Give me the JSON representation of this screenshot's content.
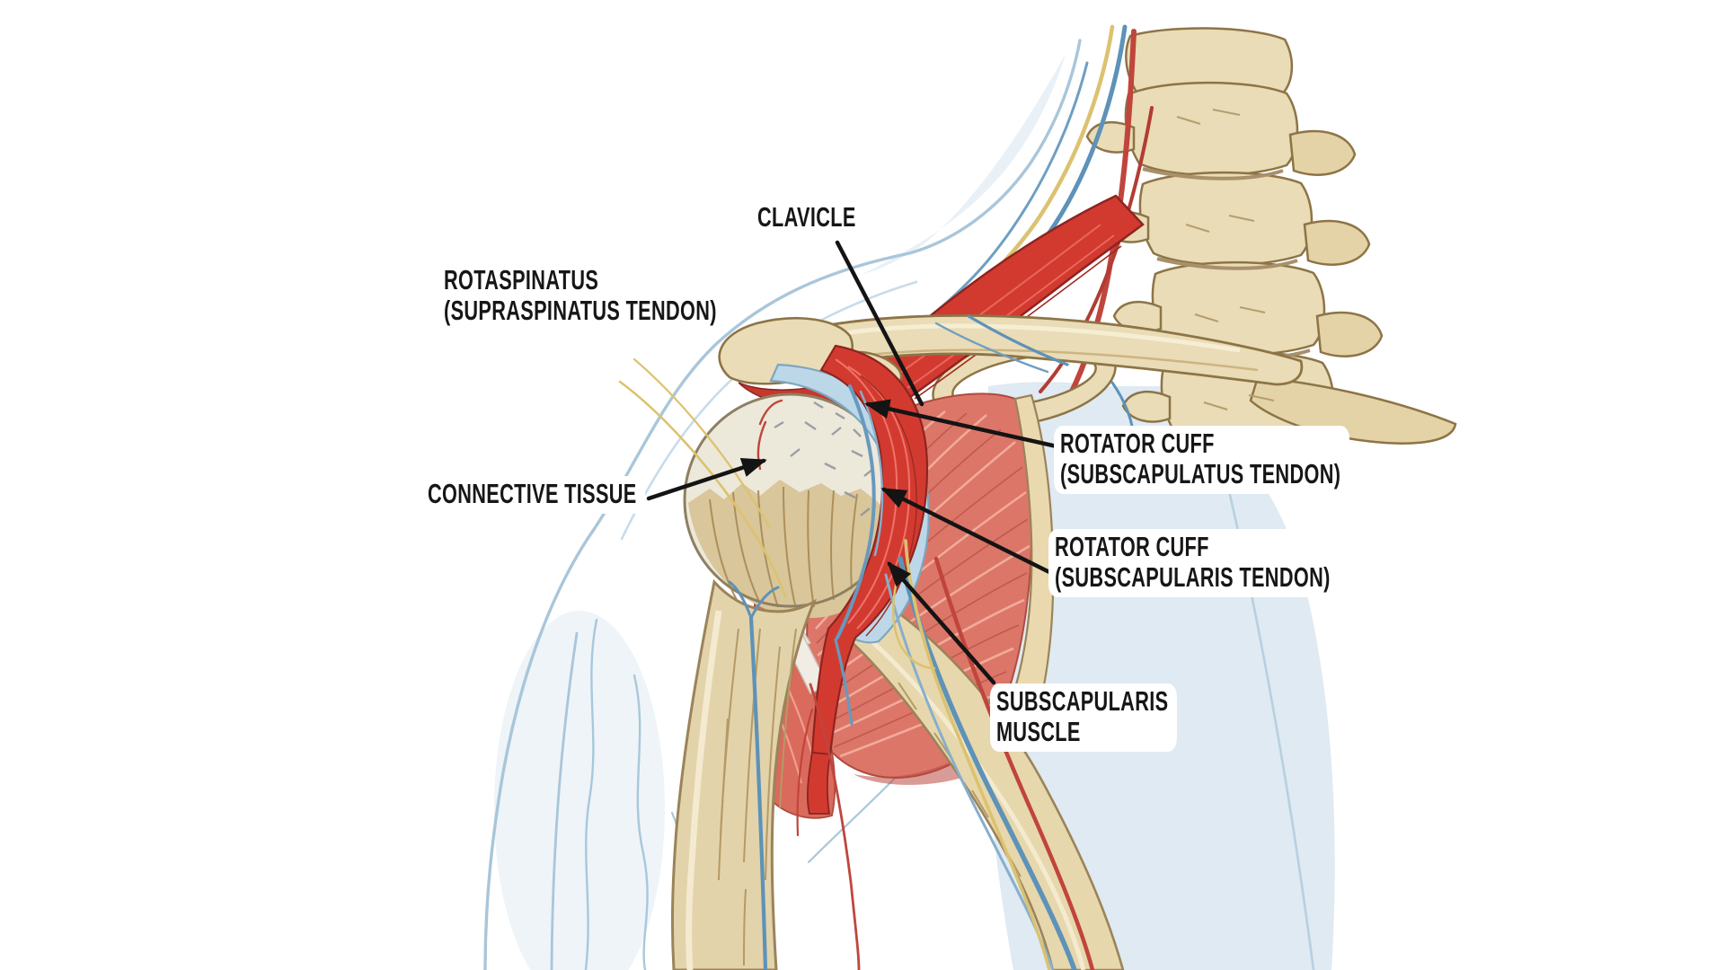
{
  "diagram": {
    "type": "anatomical-illustration",
    "subject": "Shoulder joint rotator cuff anatomy",
    "labels": {
      "clavicle": {
        "line1": "CLAVICLE"
      },
      "rotaspinatus": {
        "line1": "ROTASPINATUS",
        "line2": "(SUPRASPINATUS TENDON)"
      },
      "connective_tissue": {
        "line1": "CONNECTIVE TISSUE"
      },
      "rotator_cuff_subscapulatus": {
        "line1": "ROTATOR CUFF",
        "line2": "(SUBSCAPULATUS TENDON)"
      },
      "rotator_cuff_subscapularis": {
        "line1": "ROTATOR CUFF",
        "line2": "(SUBSCAPULARIS TENDON)"
      },
      "subscapularis_muscle": {
        "line1": "SUBSCAPULARIS",
        "line2": "MUSCLE"
      }
    },
    "colors": {
      "background": "#ffffff",
      "body_outline": "#a9c6da",
      "body_fill": "#dfeaf2",
      "bone_fill": "#e9dcb6",
      "bone_shade": "#d3bd8c",
      "bone_outline": "#8d7446",
      "cartilage_blue": "#bcd8e8",
      "tendon_red": "#d23a30",
      "muscle_pink": "#dd7767",
      "muscle_striation": "#f1ab9b",
      "nerve_yellow": "#dcc270",
      "vein_blue": "#5e92b8",
      "artery_red": "#c0453c",
      "humeral_head_pale": "#ece8da",
      "label_text": "#161616",
      "pointer_line": "#141414"
    }
  }
}
